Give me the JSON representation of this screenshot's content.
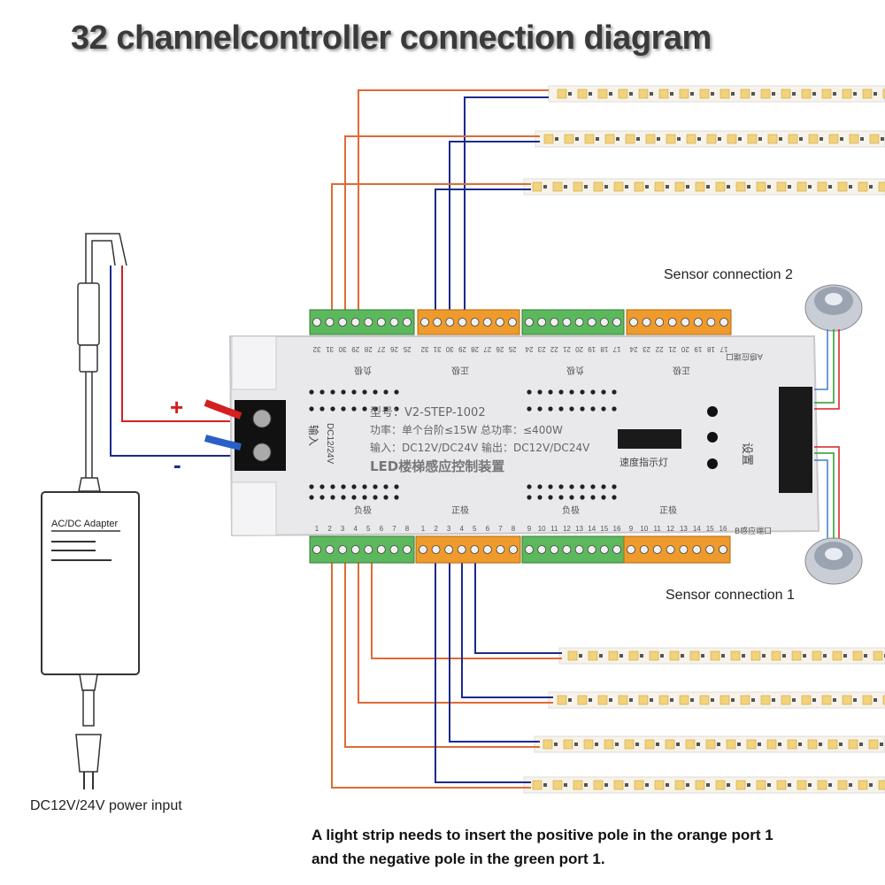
{
  "title": "32 channelcontroller connection diagram",
  "adapter": {
    "label": "AC/DC Adapter"
  },
  "power_input_label": "DC12V/24V power input",
  "polarity": {
    "positive": "+",
    "negative": "-"
  },
  "sensor_labels": {
    "top": "Sensor connection 2",
    "bottom": "Sensor connection 1"
  },
  "controller": {
    "model": "型号：V2-STEP-1002",
    "power_line": "功率：单个台阶≤15W 总功率：≤400W",
    "io_line": "输入：DC12V/DC24V 输出：DC12V/DC24V",
    "device_name": "LED楼梯感应控制装置",
    "speed_label": "速度指示灯",
    "settings_label": "设置",
    "input_label": "输入",
    "input_voltage": "DC12/24V",
    "neg_label": "负极",
    "pos_label": "正极",
    "port_a": "A感应端口",
    "port_b": "B感应端口",
    "top_numbers_1": [
      "32",
      "31",
      "30",
      "29",
      "28",
      "27",
      "26",
      "25"
    ],
    "top_numbers_2": [
      "24",
      "23",
      "22",
      "21",
      "20",
      "19",
      "18",
      "17"
    ],
    "bottom_numbers_1": [
      "1",
      "2",
      "3",
      "4",
      "5",
      "6",
      "7",
      "8"
    ],
    "bottom_numbers_2": [
      "9",
      "10",
      "11",
      "12",
      "13",
      "14",
      "15",
      "16"
    ]
  },
  "note": {
    "line1": "A light strip needs to insert the positive pole in the orange port 1",
    "line2": "and the negative pole in the green port 1."
  },
  "colors": {
    "orange_wire": "#e06a35",
    "blue_wire": "#1b2a8c",
    "red_wire": "#d42020",
    "green_terminal": "#5cb85c",
    "orange_terminal": "#ef9a2c"
  }
}
